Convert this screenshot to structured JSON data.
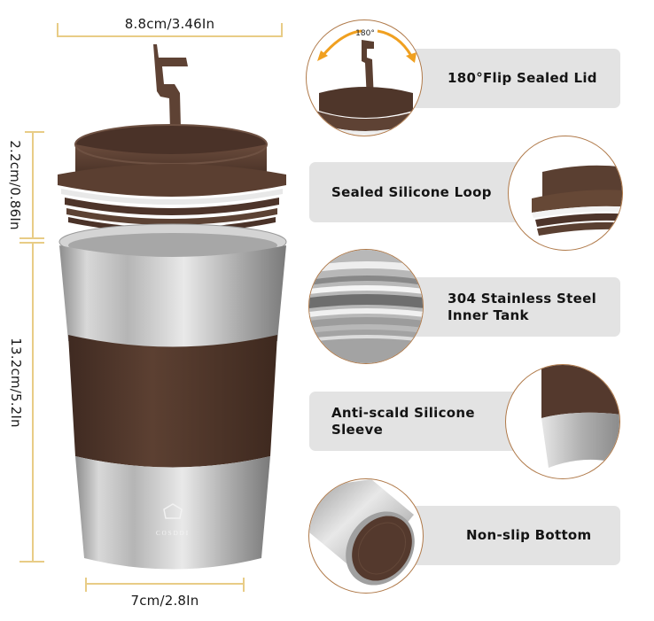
{
  "dimensions": {
    "top_width": "8.8cm/3.46In",
    "lid_height": "2.2cm/0.86In",
    "body_height": "13.2cm/5.2In",
    "bottom_width": "7cm/2.8In"
  },
  "product": {
    "brand": "COSDDI",
    "lid_color": "#5a3f32",
    "sleeve_color": "#54392d",
    "steel_color": "#c8c8c8"
  },
  "features": [
    {
      "label": "180°Flip Sealed Lid",
      "icon": "flip-lid-closeup",
      "badge": "180°"
    },
    {
      "label": "Sealed Silicone Loop",
      "icon": "silicone-loop-closeup"
    },
    {
      "label": "304 Stainless Steel Inner Tank",
      "line1": "304 Stainless Steel",
      "line2": "Inner Tank",
      "icon": "steel-tank-closeup"
    },
    {
      "label": "Anti-scald Silicone Sleeve",
      "line1": "Anti-scald Silicone",
      "line2": "Sleeve",
      "icon": "sleeve-closeup"
    },
    {
      "label": "Non-slip Bottom",
      "icon": "bottom-closeup"
    }
  ],
  "colors": {
    "dimension_line": "#e8cc86",
    "feature_box": "#e3e3e3",
    "circle_border": "#b07a4a",
    "arrow_orange": "#f0a020"
  }
}
